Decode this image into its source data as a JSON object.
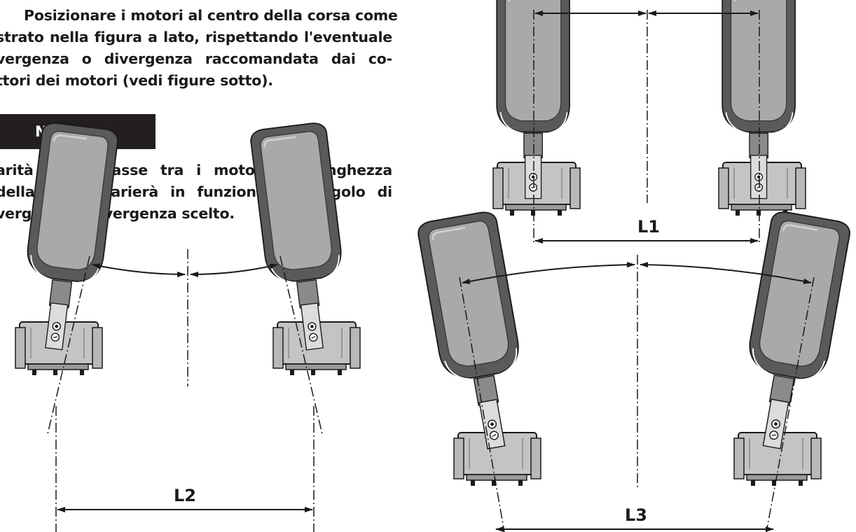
{
  "instructions": {
    "intro_lines": [
      "Posizionare i motori al centro della corsa come",
      "strato nella figura a lato, rispettando l'eventuale",
      "vergenza o divergenza raccomandata dai co-",
      "ttori dei motori (vedi figure sotto)."
    ],
    "note_heading": "NOTA",
    "note_lines": [
      "arità di interasse tra i motori, la lunghezza",
      "della barra varierà in funzione dell'angolo di",
      "vergenza o divergenza scelto."
    ]
  },
  "figures": {
    "parallel_label": "L1",
    "convergent_label": "L2",
    "divergent_label": "L3"
  },
  "colors": {
    "note_box_background": "#231f20",
    "note_box_text": "#ffffff",
    "motor_body": "#5a5a5a",
    "motor_face": "#a9a9a9",
    "motor_base": "#c4c4c4",
    "line_color": "#1a1a1a"
  }
}
